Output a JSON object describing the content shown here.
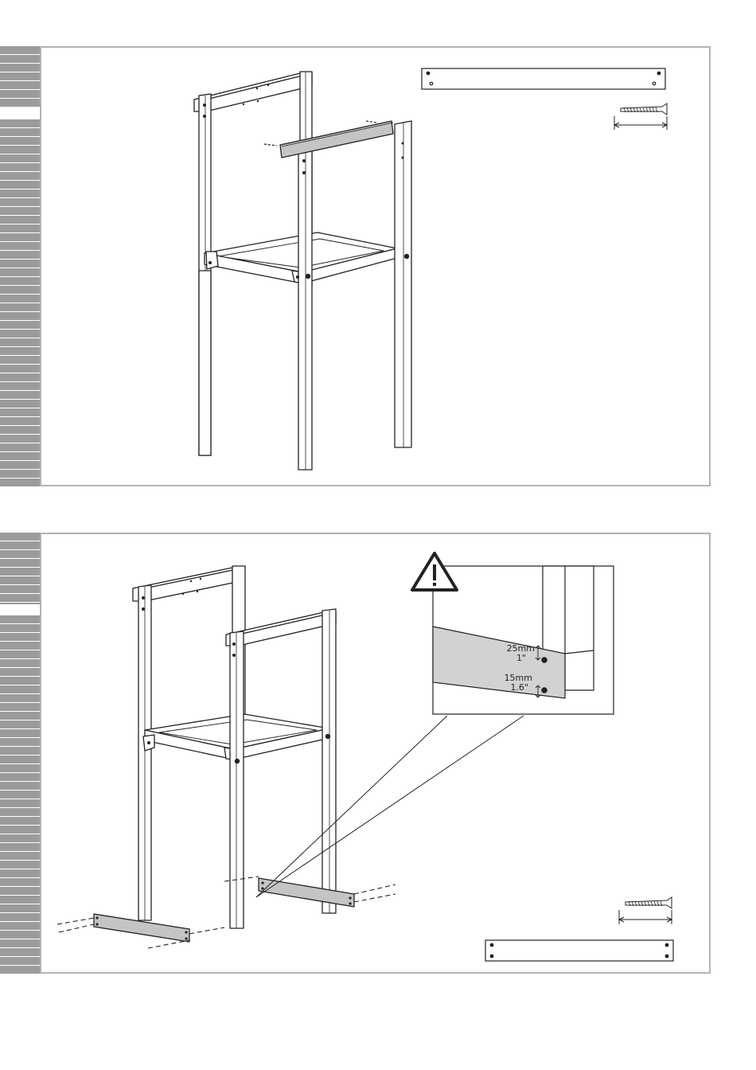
{
  "step2": {
    "callout": {
      "dim_top_metric": "25mm",
      "dim_top_imperial": "1\"",
      "dim_bottom_metric": "15mm",
      "dim_bottom_imperial": "1.6\""
    }
  }
}
